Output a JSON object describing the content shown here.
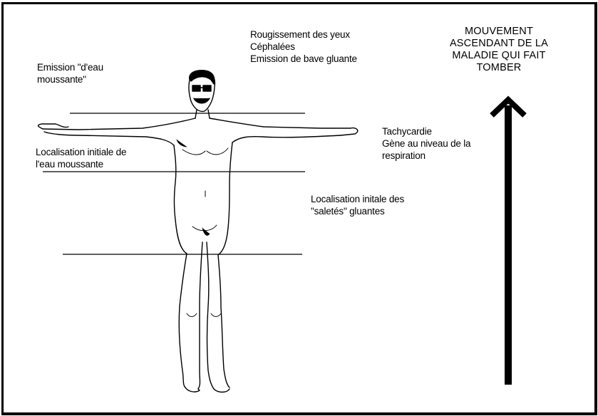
{
  "diagram": {
    "title_lines": "MOUVEMENT\nASCENDANT DE LA\nMALADIE QUI FAIT\nTOMBER",
    "labels": {
      "head_symptoms": "Rougissement des yeux\nCéphalées\nEmission de bave gluante",
      "emission_water": "Emission \"d'eau\nmoussante\"",
      "chest_symptoms": "Tachycardie\nGène au niveau de la\nrespiration",
      "initial_water": "Localisation initiale de\nl'eau moussante",
      "initial_dirt": "Localisation initale des\n\"saletés\" gluantes"
    },
    "colors": {
      "ink": "#000000",
      "background": "#ffffff"
    },
    "icons": [
      "human-figure",
      "up-arrow-icon"
    ]
  }
}
